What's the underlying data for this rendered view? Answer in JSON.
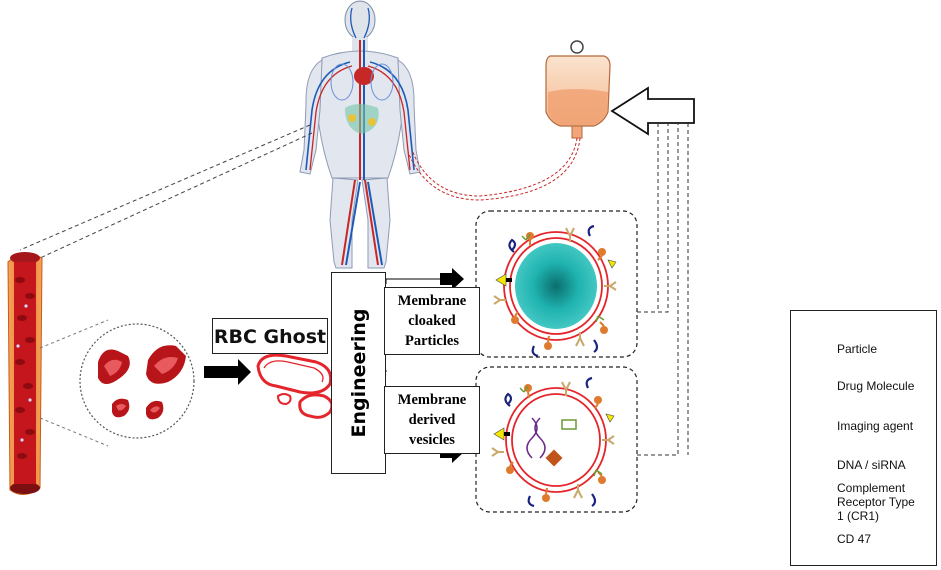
{
  "diagram": {
    "rbc_ghost_label": "RBC Ghost",
    "engineering_label": "Engineering",
    "membrane_cloaked": [
      "Membrane",
      "cloaked",
      "Particles"
    ],
    "membrane_derived": [
      "Membrane",
      "derived",
      "vesicles"
    ]
  },
  "legend": {
    "items": [
      {
        "icon": "particle-icon",
        "label": "Particle"
      },
      {
        "icon": "drug-molecule-icon",
        "label": "Drug Molecule"
      },
      {
        "icon": "imaging-agent-icon",
        "label": "Imaging agent"
      },
      {
        "icon": "dna-sirna-icon",
        "label": "DNA / siRNA"
      },
      {
        "icon": "cr1-icon",
        "label": [
          "Complement",
          "Receptor Type",
          "1 (CR1)"
        ]
      },
      {
        "icon": "cd47-icon",
        "label": "CD 47"
      }
    ]
  },
  "colors": {
    "particle": "#1fb3b0",
    "drug": "#c0541b",
    "imaging": "#6b9a33",
    "dna": "#6a2a8a",
    "cr1": "#f4e800",
    "cd47": "#e07a2e",
    "membrane": "#e4252b",
    "blood": "#c4161c",
    "vessel": "#f08a3a"
  }
}
